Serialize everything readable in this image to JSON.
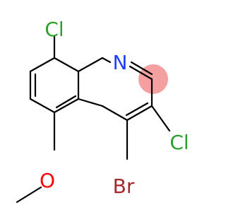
{
  "molecule": {
    "atoms": {
      "cl_top": "Cl",
      "n_ring": "N",
      "cl_right": "Cl",
      "br": "Br",
      "o": "O"
    },
    "colors": {
      "bond": "#000000",
      "chlorine": "#2ca02c",
      "nitrogen": "#1f3ff5",
      "bromine": "#a52a2a",
      "oxygen": "#ff0000",
      "highlight": "#f4a0a0"
    }
  }
}
